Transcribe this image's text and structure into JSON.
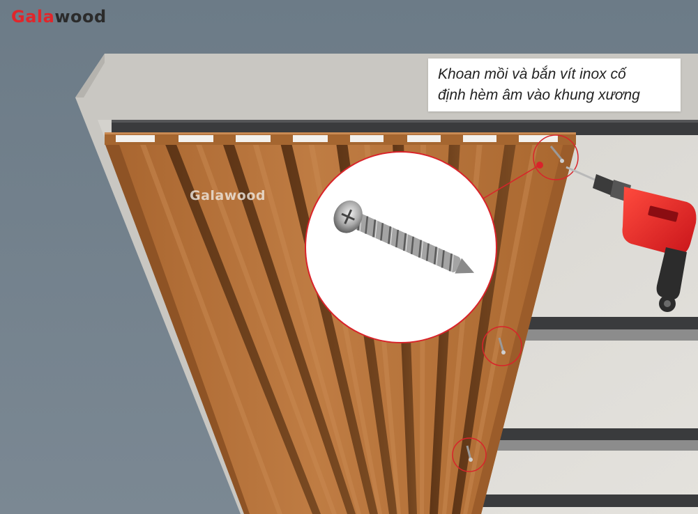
{
  "brand": {
    "logo_part1": "Gala",
    "logo_part2": "wood",
    "watermark": "Galawood"
  },
  "caption": {
    "line1": "Khoan mồi và bắn vít inox cố",
    "line2": "định hèm âm vào khung xương"
  },
  "colors": {
    "brand_red": "#e0262b",
    "callout_red": "#d9232a",
    "wood": "#b7743d",
    "background": "#6f7f8b",
    "wall": "#d8d6d1",
    "rail": "#3a3b3d"
  },
  "icons": [
    "stainless-screw-icon",
    "electric-drill-icon"
  ]
}
